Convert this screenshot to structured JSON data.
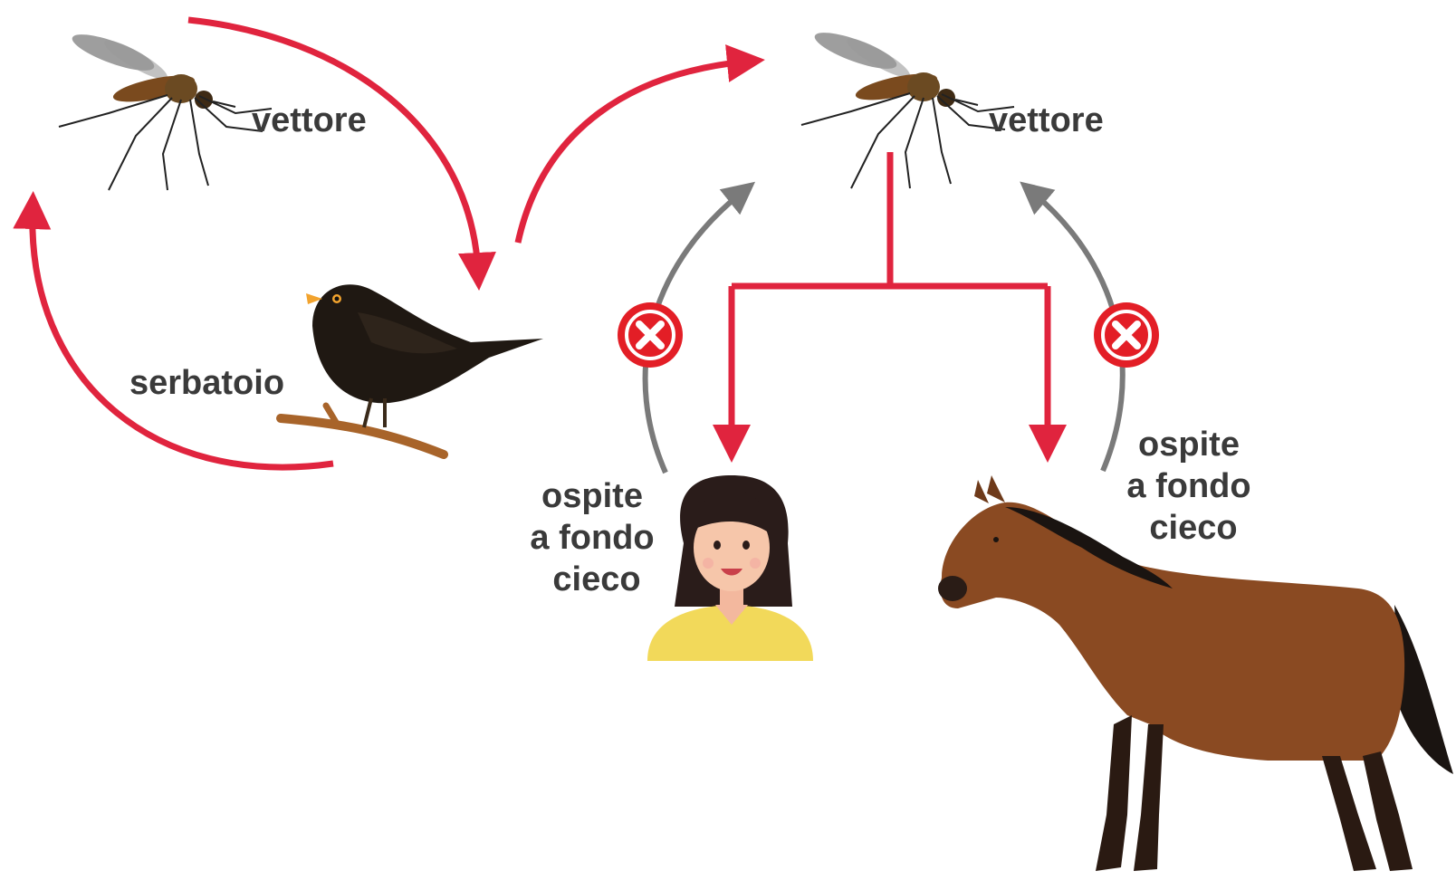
{
  "labels": {
    "vector_left": "vettore",
    "vector_right": "vettore",
    "reservoir": "serbatoio",
    "deadend_human": [
      "ospite",
      "a fondo",
      "cieco"
    ],
    "deadend_horse": [
      "ospite",
      "a fondo",
      "cieco"
    ]
  },
  "icons": {
    "mosquito": "mosquito-icon",
    "bird": "blackbird-icon",
    "human": "woman-icon",
    "horse": "horse-icon",
    "blocked": "x-circle-icon"
  },
  "colors": {
    "transmission_arrow": "#e0243e",
    "blocked_arrow": "#7a7a7a",
    "blocked_badge": "#e31e26",
    "text": "#3a3a3a"
  }
}
